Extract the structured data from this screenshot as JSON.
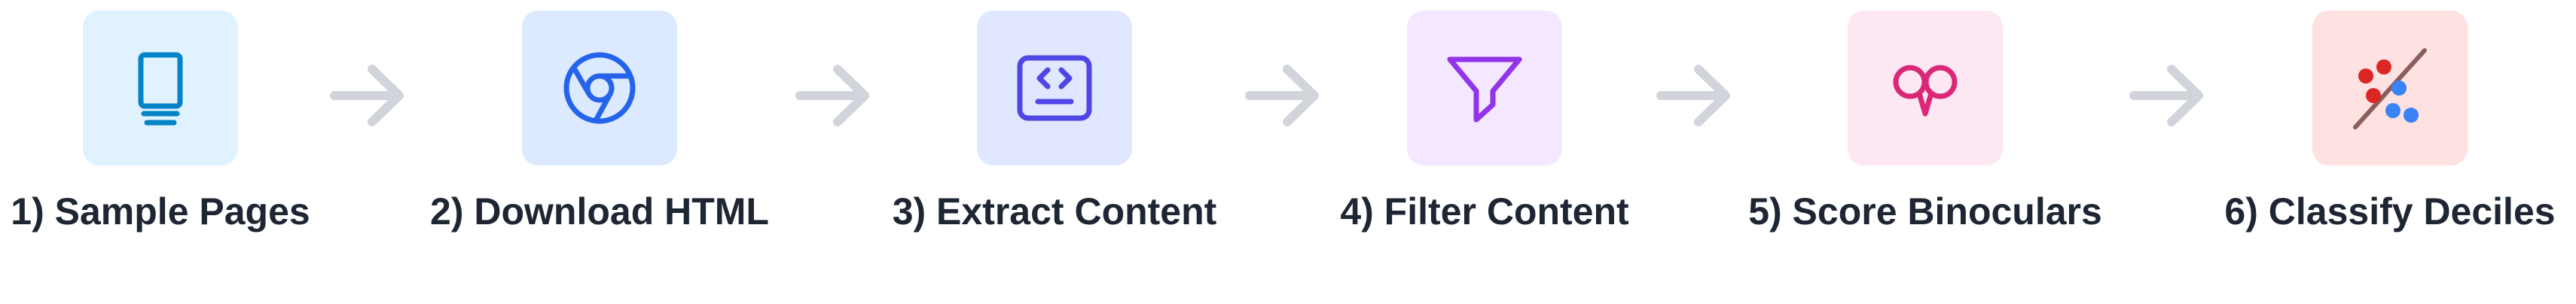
{
  "steps": [
    {
      "label": "1) Sample Pages",
      "icon": "document-stack-icon",
      "bg": "#e0f2fe",
      "fg": "#0284c7"
    },
    {
      "label": "2) Download HTML",
      "icon": "chrome-browser-icon",
      "bg": "#dbeafe",
      "fg": "#2563eb"
    },
    {
      "label": "3) Extract Content",
      "icon": "code-brackets-icon",
      "bg": "#e0e7ff",
      "fg": "#4f46e5"
    },
    {
      "label": "4) Filter Content",
      "icon": "funnel-icon",
      "bg": "#f3e8ff",
      "fg": "#9333ea"
    },
    {
      "label": "5) Score Binoculars",
      "icon": "binoculars-icon",
      "bg": "#fce7f3",
      "fg": "#db2777"
    },
    {
      "label": "6) Classify Deciles",
      "icon": "scatter-classify-icon",
      "bg": "#fee2e2",
      "fg": "#dc2626",
      "accent": "#3b82f6",
      "line": "#8b5e5e"
    }
  ],
  "arrow_color": "#d1d5db"
}
